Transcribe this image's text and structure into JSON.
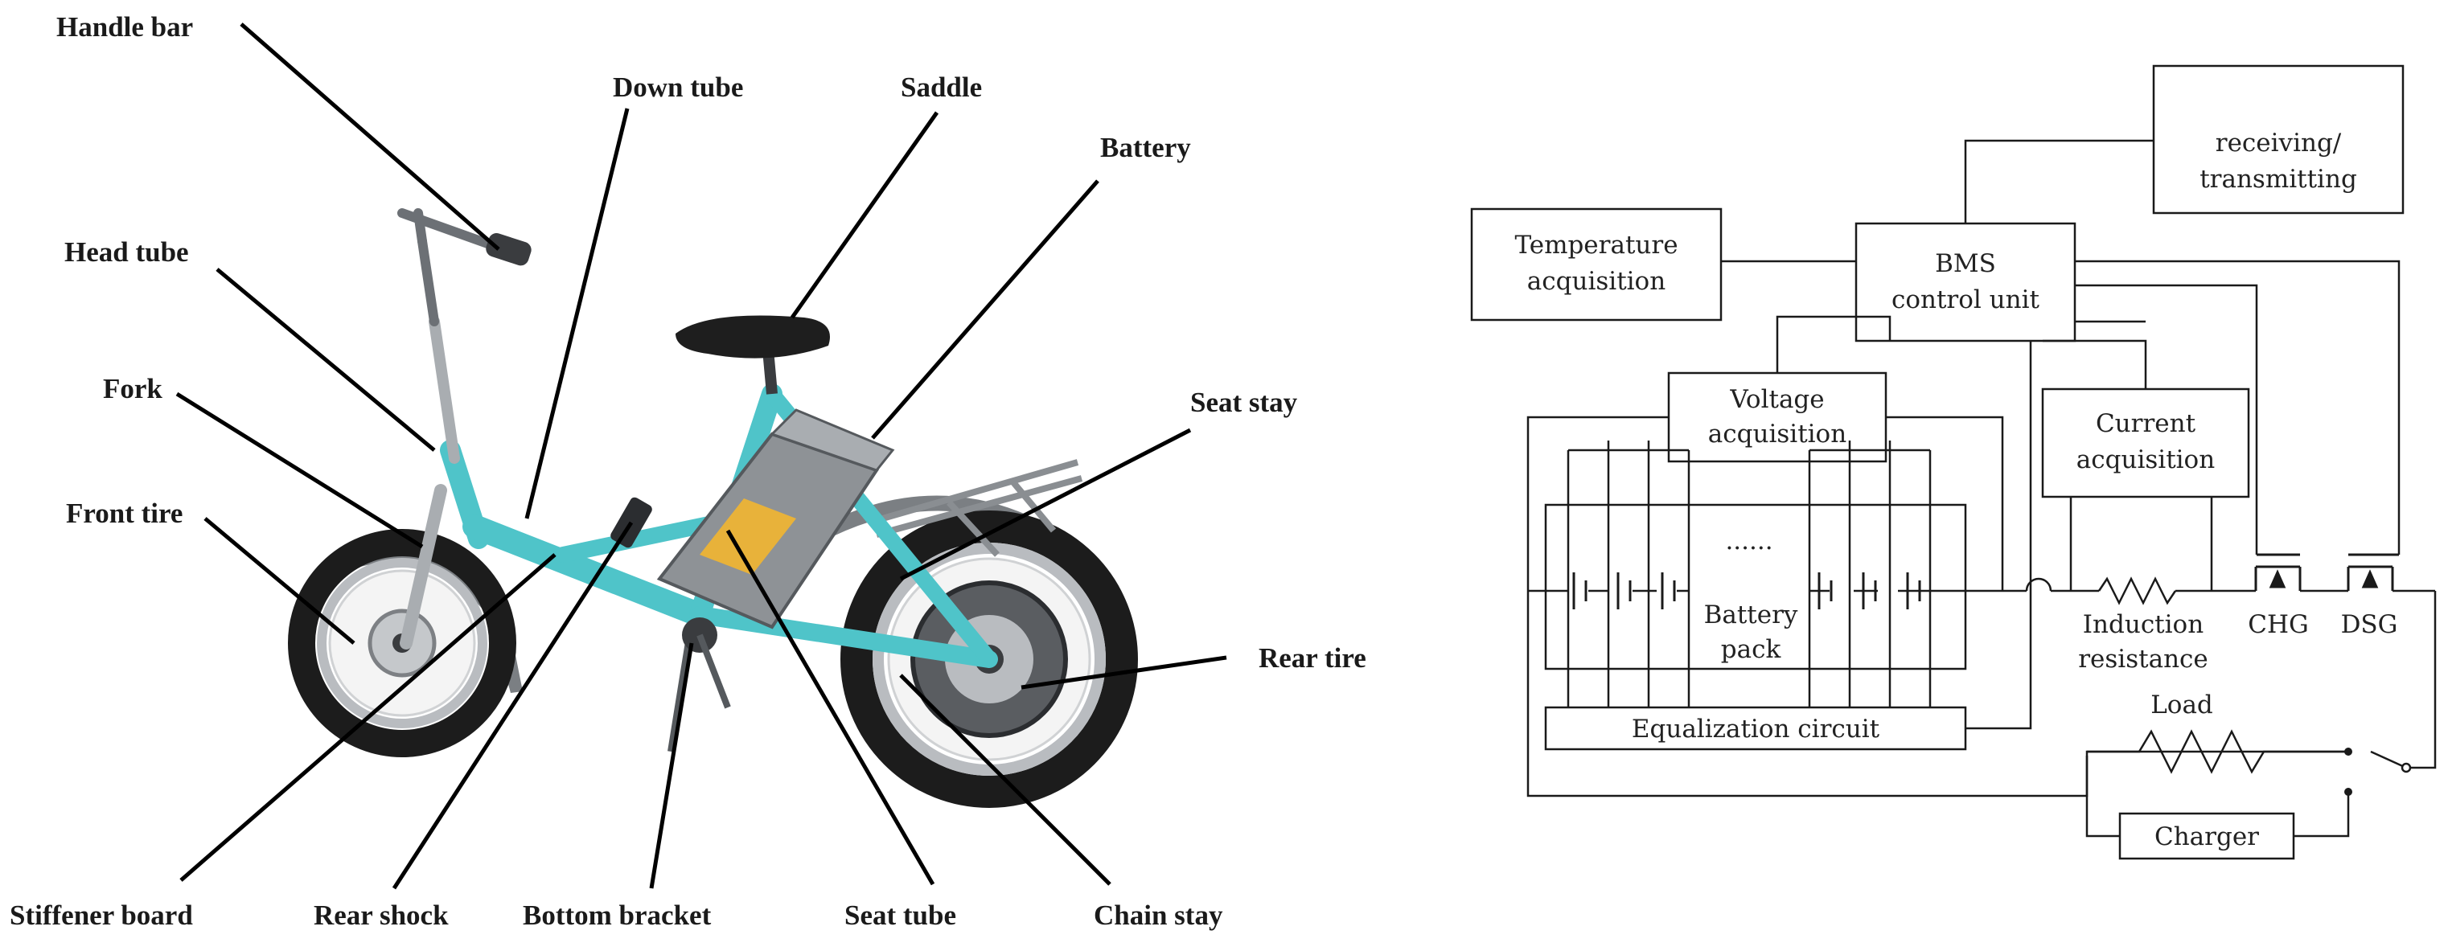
{
  "bike_labels": {
    "handle_bar": "Handle bar",
    "down_tube": "Down tube",
    "saddle": "Saddle",
    "battery": "Battery",
    "head_tube": "Head tube",
    "fork": "Fork",
    "seat_stay": "Seat stay",
    "front_tire": "Front tire",
    "rear_tire": "Rear tire",
    "stiffener_board": "Stiffener board",
    "rear_shock": "Rear shock",
    "bottom_bracket": "Bottom bracket",
    "seat_tube": "Seat tube",
    "chain_stay": "Chain stay"
  },
  "bms": {
    "receiving_l1": "receiving/",
    "receiving_l2": "transmitting",
    "temperature_l1": "Temperature",
    "temperature_l2": "acquisition",
    "control_l1": "BMS",
    "control_l2": "control unit",
    "voltage_l1": "Voltage",
    "voltage_l2": "acquisition",
    "current_l1": "Current",
    "current_l2": "acquisition",
    "dots": "......",
    "battery_l1": "Battery",
    "battery_l2": "pack",
    "induction_l1": "Induction",
    "induction_l2": "resistance",
    "chg": "CHG",
    "dsg": "DSG",
    "load": "Load",
    "equalization": "Equalization circuit",
    "charger": "Charger"
  },
  "colors": {
    "frame": "#4fc4c9",
    "frame_dark": "#2a9aa3",
    "tire": "#1c1c1c",
    "rim": "#b9bcc0",
    "battery_box": "#8e9296",
    "saddle": "#1e1e1e"
  }
}
